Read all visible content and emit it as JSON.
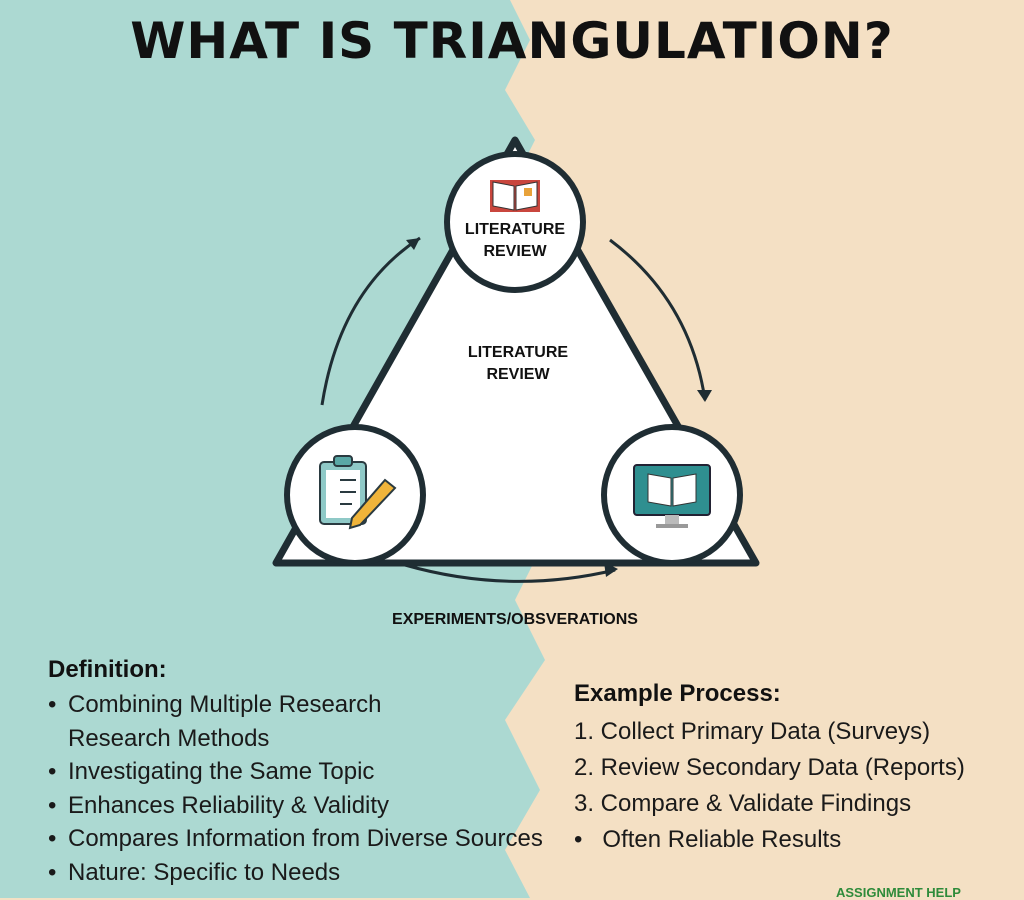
{
  "title": "WHAT IS TRIANGULATION?",
  "diagram": {
    "top_node": "LITERATURE REVIEW",
    "center_label": "LITERATURE REVIEW",
    "bottom_label": "EXPERIMENTS/OBSVERATIONS",
    "left_node_icon": "clipboard-pencil-icon",
    "right_node_icon": "monitor-book-icon",
    "top_node_icon": "open-book-icon"
  },
  "definition": {
    "title": "Definition:",
    "items": [
      "Combining Multiple Research",
      "Research Methods",
      "Investigating the Same Topic",
      "Enhances Reliability & Validity",
      "Compares Information from Diverse Sources",
      "Nature: Specific to Needs"
    ]
  },
  "example": {
    "title": "Example Process:",
    "items": [
      "1. Collect Primary Data (Surveys)",
      "2. Review Secondary Data (Reports)",
      "3. Compare & Validate Findings",
      "•   Often Reliable Results"
    ]
  },
  "logo": "ASSIGNMENT HELP",
  "colors": {
    "left_bg": "#acd9d2",
    "right_bg": "#f4e0c4",
    "outline": "#1f2d33"
  }
}
